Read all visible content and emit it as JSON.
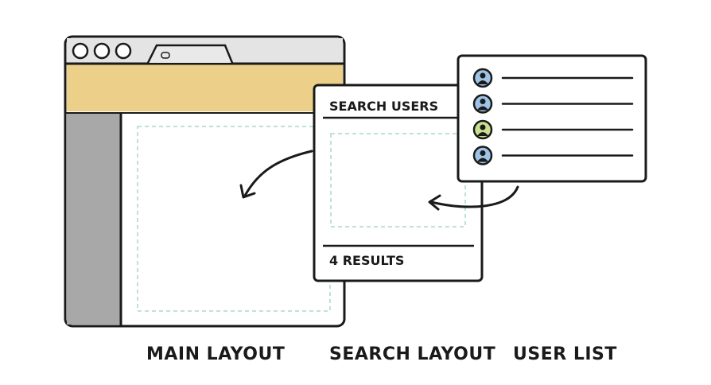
{
  "search_panel": {
    "header": "SEARCH USERS",
    "footer": "4 RESULTS"
  },
  "user_list": {
    "users": [
      {
        "avatar_color": "#9fc3e6"
      },
      {
        "avatar_color": "#9fc3e6"
      },
      {
        "avatar_color": "#c9e08f"
      },
      {
        "avatar_color": "#9fc3e6"
      }
    ]
  },
  "captions": {
    "main": "MAIN LAYOUT",
    "search": "SEARCH LAYOUT",
    "users": "USER LIST"
  },
  "colors": {
    "title_bar": "#e4e4e4",
    "header_band": "#ecd08a",
    "sidebar": "#a8a8a8",
    "dashed_slot": "#a9d8cf",
    "ink": "#1a1a1a"
  }
}
